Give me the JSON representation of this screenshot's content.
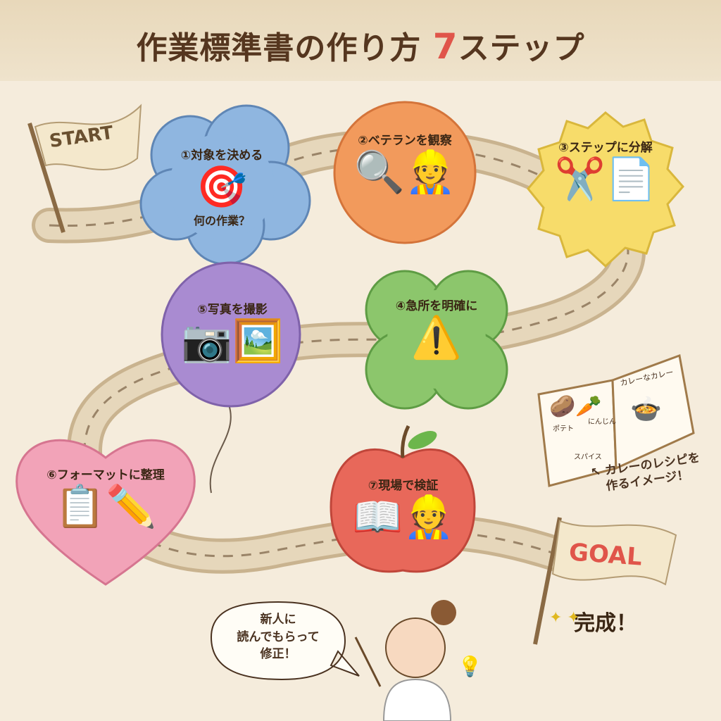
{
  "title": {
    "main": "作業標準書の作り方",
    "number": "7",
    "suffix": "ステップ"
  },
  "start_flag": "START",
  "goal_flag": "GOAL",
  "goal_caption": "完成！",
  "steps": [
    {
      "label": "①対象を決める",
      "sub": "何の作業？",
      "icon": "target-icon",
      "color": "#8fb6e0"
    },
    {
      "label": "②ベテランを観察",
      "icon": "magnifier-worker-icon",
      "color": "#f29a5c"
    },
    {
      "label": "③ステップに分解",
      "icon": "scissors-icon",
      "color": "#f7dc6a"
    },
    {
      "label": "④急所を明確に",
      "icon": "warning-icon",
      "color": "#8cc66c"
    },
    {
      "label": "⑤写真を撮影",
      "icon": "camera-icon",
      "color": "#a98bd1"
    },
    {
      "label": "⑥フォーマットに整理",
      "icon": "document-icon",
      "color": "#f2a3b8"
    },
    {
      "label": "⑦現場で検証",
      "icon": "manual-reading-icon",
      "color": "#e8685a"
    }
  ],
  "recipe_book": {
    "title": "カレーなカレー",
    "items": [
      "ポテト",
      "にんじん",
      "スパイス"
    ],
    "caption_line1": "カレーのレシピを",
    "caption_line2": "作るイメージ！"
  },
  "speech_bubble": {
    "line1": "新人に",
    "line2": "読んでもらって",
    "line3": "修正！"
  }
}
